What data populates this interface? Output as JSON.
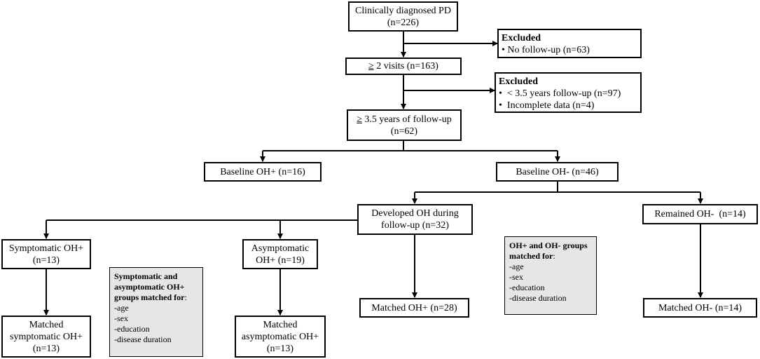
{
  "boxes": {
    "clinically_diagnosed": {
      "line1": "Clinically diagnosed PD",
      "line2": "(n=226)"
    },
    "excluded_1": {
      "heading": "Excluded",
      "items": [
        "• No follow-up (n=63)"
      ]
    },
    "visits": {
      "sym": "≥",
      "text": " 2 visits (n=163)"
    },
    "excluded_2": {
      "heading": "Excluded",
      "items": [
        "•  < 3.5 years follow-up (n=97)",
        "•  Incomplete data (n=4)"
      ]
    },
    "followup": {
      "sym": "≥",
      "text": " 3.5 years of follow-up",
      "line2": "(n=62)"
    },
    "baseline_oh_pos": {
      "text": "Baseline OH+ (n=16)"
    },
    "baseline_oh_neg": {
      "text": "Baseline OH- (n=46)"
    },
    "developed_oh": {
      "line1": "Developed OH during",
      "line2": "follow-up (n=32)"
    },
    "remained_oh_neg": {
      "text": "Remained OH-  (n=14)"
    },
    "symptomatic": {
      "line1": "Symptomatic OH+",
      "line2": "(n=13)"
    },
    "asymptomatic": {
      "line1": "Asymptomatic",
      "line2": "OH+ (n=19)"
    },
    "matched_oh_pos": {
      "text": "Matched OH+ (n=28)"
    },
    "matched_oh_neg": {
      "text": "Matched OH- (n=14)"
    },
    "matched_symptomatic": {
      "line1": "Matched",
      "line2": "symptomatic OH+",
      "line3": "(n=13)"
    },
    "matched_asymptomatic": {
      "line1": "Matched",
      "line2": "asymptomatic OH+",
      "line3": "(n=13)"
    }
  },
  "notes": {
    "sym_asym": {
      "heading1": "Symptomatic and",
      "heading2": "asymptomatic OH+",
      "heading3": "groups matched for",
      "colon": ":",
      "items": [
        "-age",
        "-sex",
        "-education",
        "-disease duration"
      ]
    },
    "oh_groups": {
      "heading1": "OH+ and OH- groups",
      "heading2": "matched for",
      "colon": ":",
      "items": [
        "-age",
        "-sex",
        "-education",
        "-disease duration"
      ]
    }
  }
}
